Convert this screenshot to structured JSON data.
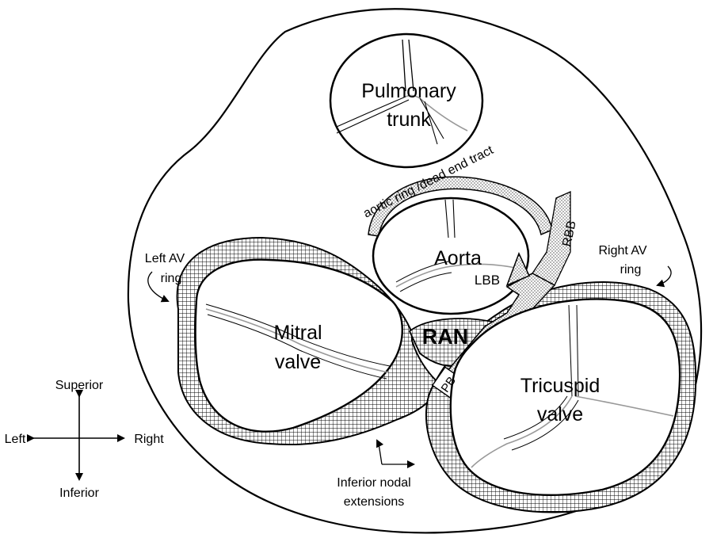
{
  "labels": {
    "pulmonary_line1": "Pulmonary",
    "pulmonary_line2": "trunk",
    "aortic_ring": "aortic ring /dead end tract",
    "aorta": "Aorta",
    "rbb": "RBB",
    "lbb": "LBB",
    "ran": "RAN",
    "pb": "PB",
    "mitral_line1": "Mitral",
    "mitral_line2": "valve",
    "tricuspid_line1": "Tricuspid",
    "tricuspid_line2": "valve",
    "left_av_line1": "Left AV",
    "left_av_line2": "ring",
    "right_av_line1": "Right AV",
    "right_av_line2": "ring",
    "inferior_nodal_line1": "Inferior nodal",
    "inferior_nodal_line2": "extensions"
  },
  "orientation": {
    "superior": "Superior",
    "inferior": "Inferior",
    "left": "Left",
    "right": "Right"
  },
  "colors": {
    "outline": "#000000",
    "leaflet": "#999999",
    "hatch": "#000000",
    "dots": "#000000"
  }
}
